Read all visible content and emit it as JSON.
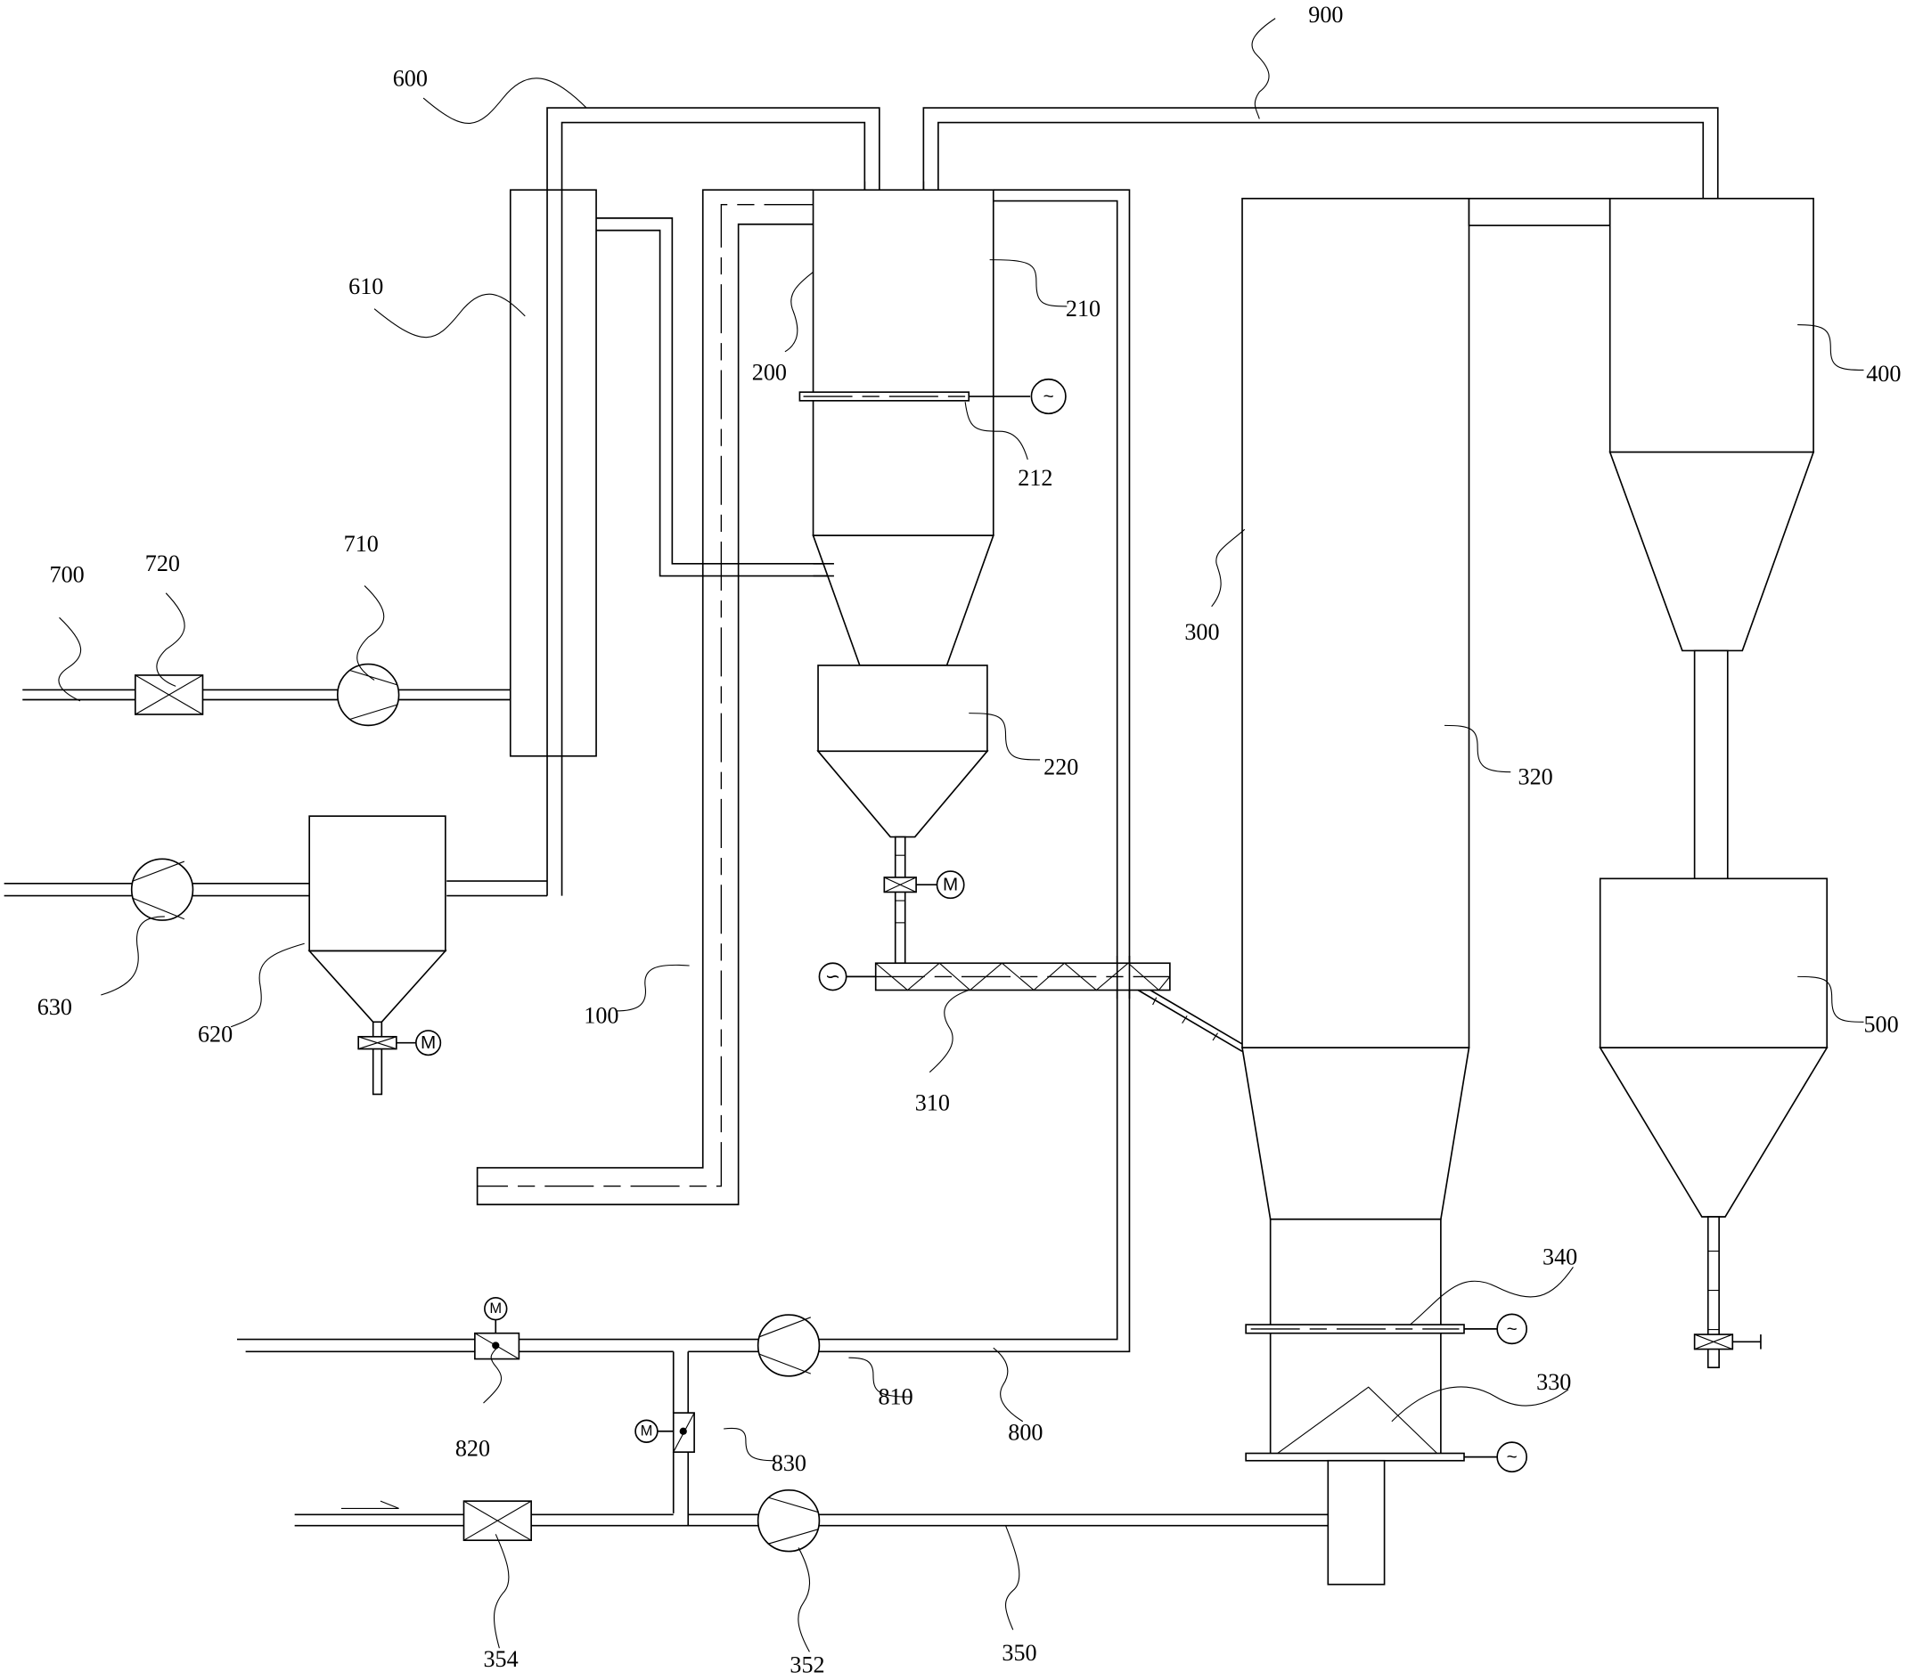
{
  "diagram": {
    "colors": {
      "line": "#000000",
      "background": "#ffffff"
    },
    "symbols": {
      "motor": "M",
      "power": "~",
      "power_alt": "∽"
    },
    "labels": {
      "l100": "100",
      "l200": "200",
      "l210": "210",
      "l212": "212",
      "l220": "220",
      "l300": "300",
      "l310": "310",
      "l320": "320",
      "l330": "330",
      "l340": "340",
      "l350": "350",
      "l352": "352",
      "l354": "354",
      "l400": "400",
      "l500": "500",
      "l600": "600",
      "l610": "610",
      "l620": "620",
      "l630": "630",
      "l700": "700",
      "l710": "710",
      "l720": "720",
      "l800": "800",
      "l810": "810",
      "l820": "820",
      "l830": "830",
      "l900": "900"
    }
  }
}
